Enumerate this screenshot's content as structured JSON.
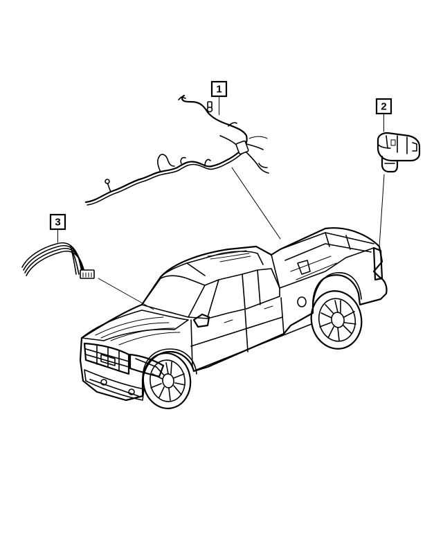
{
  "callouts": [
    {
      "id": "1",
      "label": "1",
      "part": "wiring-harness"
    },
    {
      "id": "2",
      "label": "2",
      "part": "tail-lamp-socket"
    },
    {
      "id": "3",
      "label": "3",
      "part": "hood-jumper-wiring"
    }
  ],
  "colors": {
    "ink": "#000000",
    "paper": "#ffffff"
  }
}
